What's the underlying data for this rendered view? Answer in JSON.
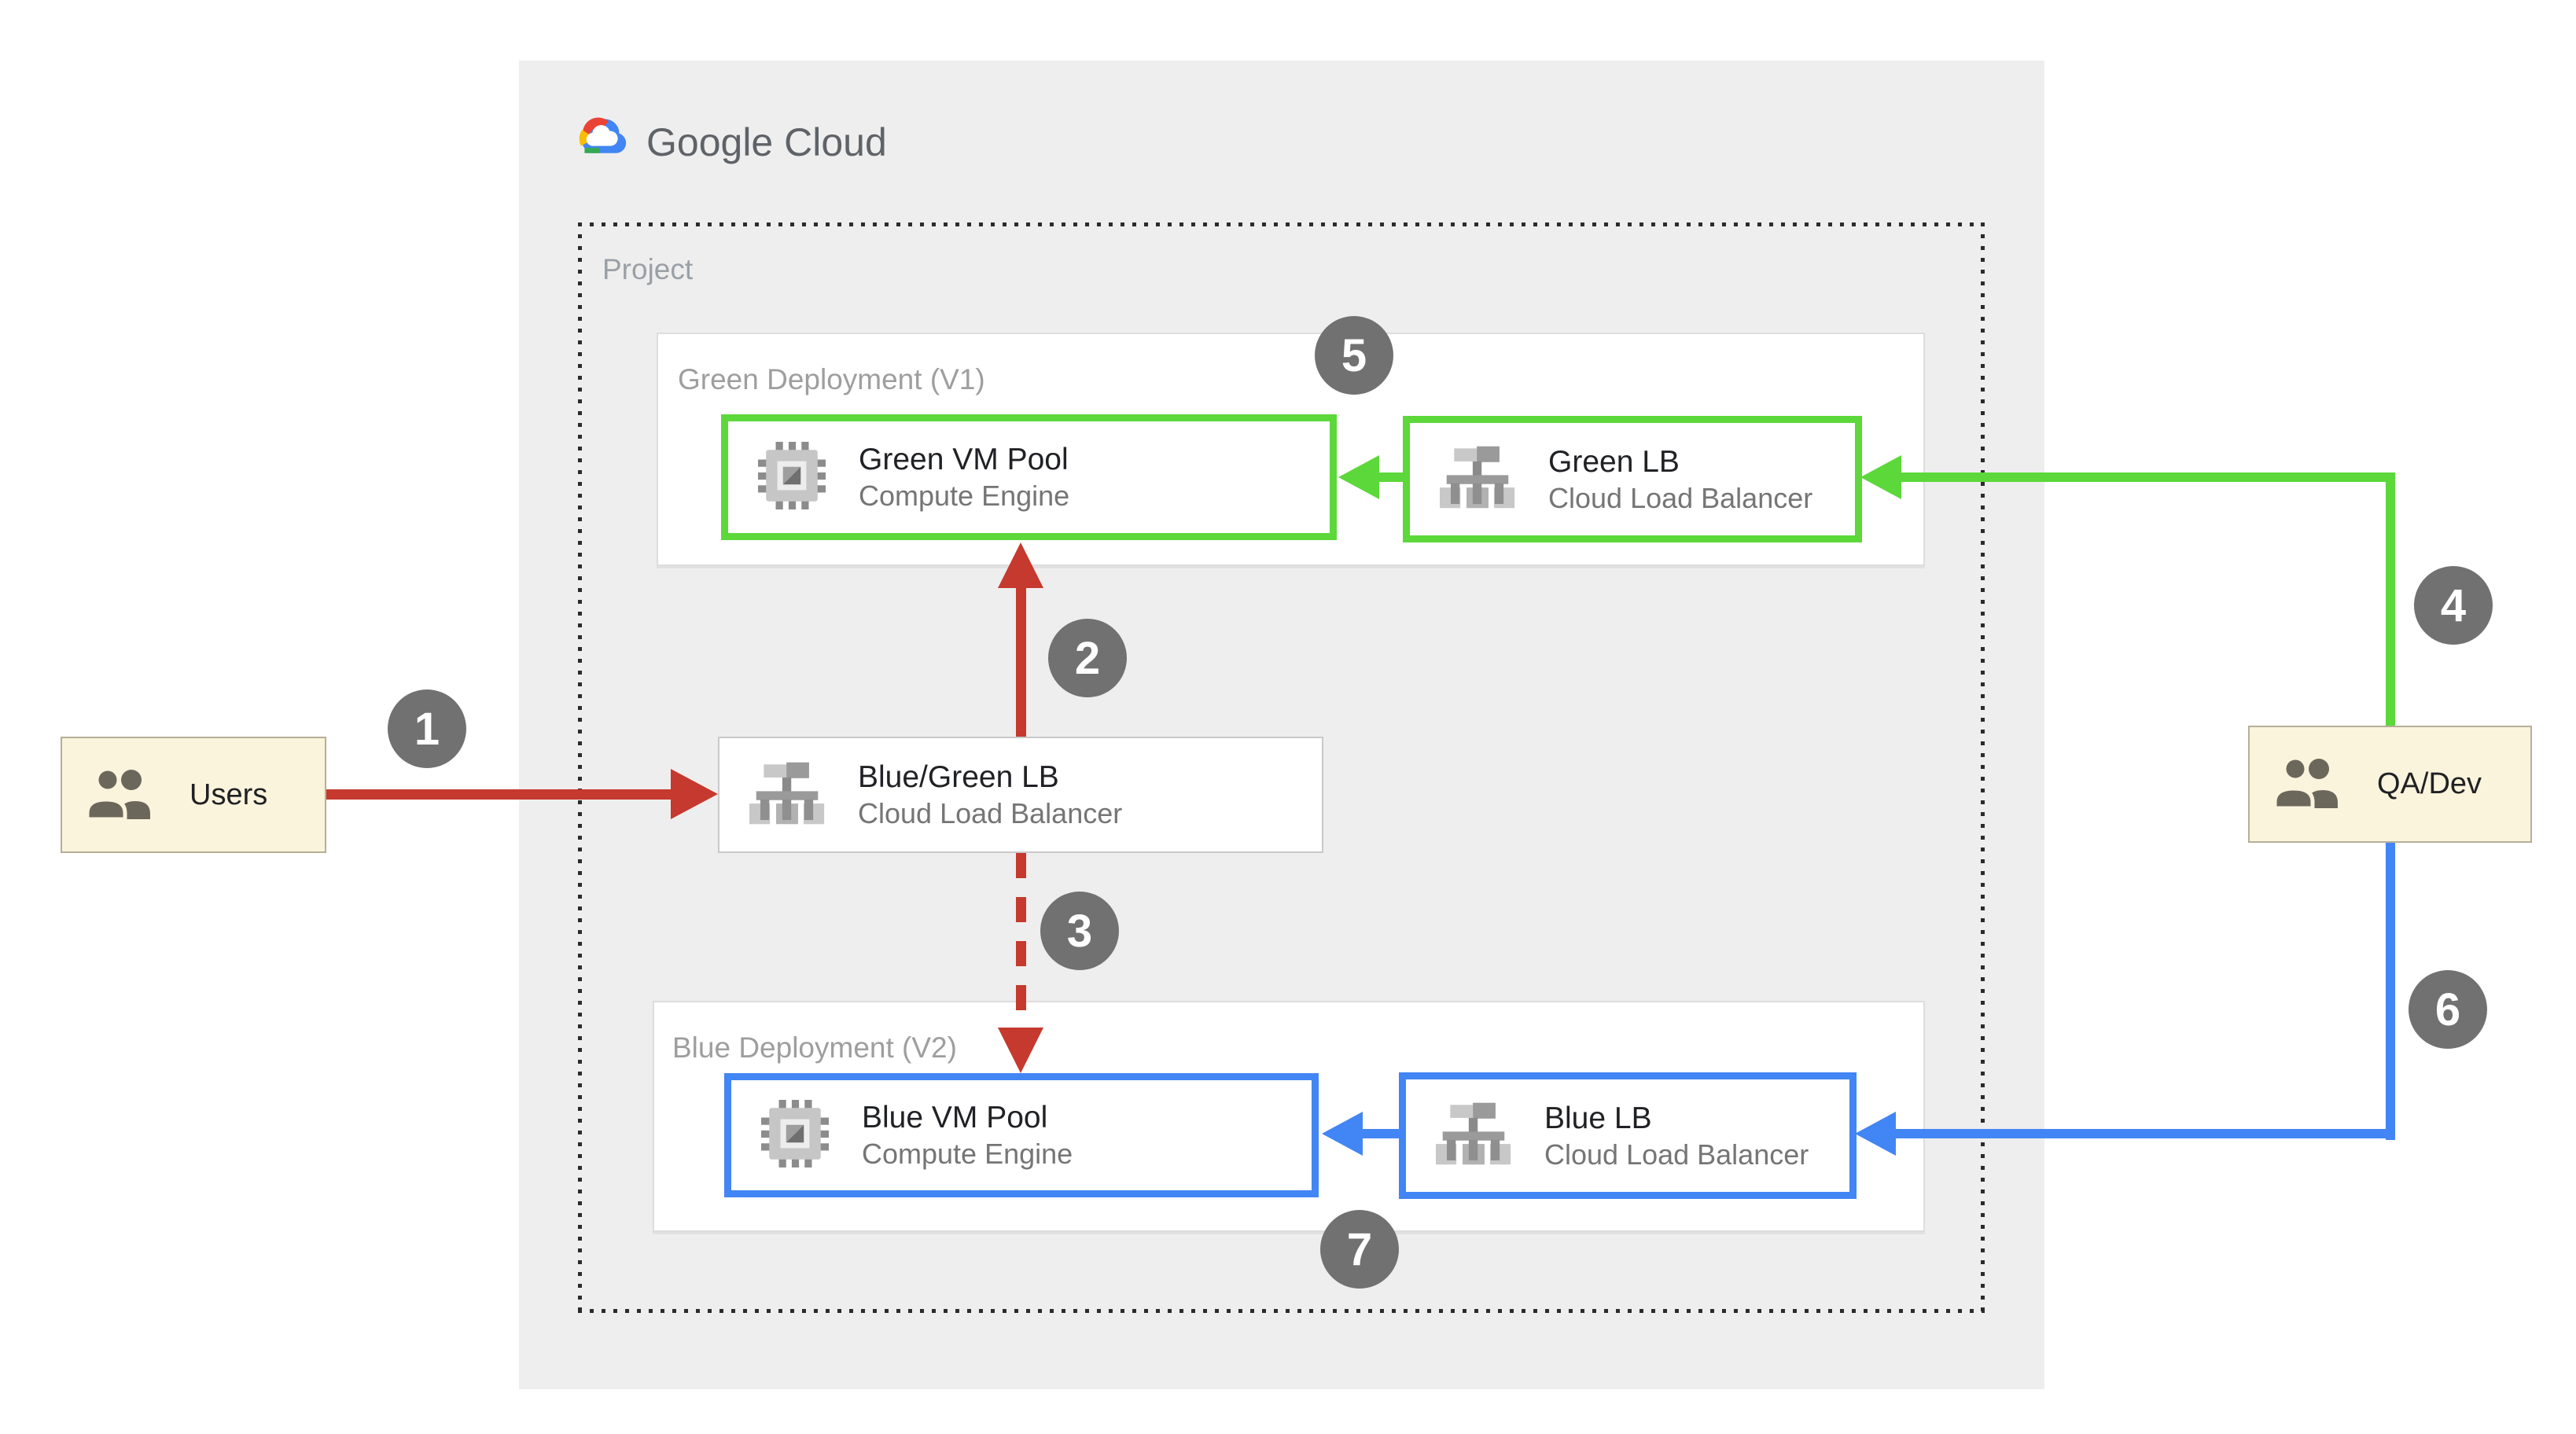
{
  "logo": {
    "icon": "google-cloud-logo",
    "wordmark": "Google Cloud"
  },
  "project": {
    "label": "Project"
  },
  "groups": {
    "green": {
      "label": "Green Deployment (V1)"
    },
    "blue": {
      "label": "Blue Deployment (V2)"
    }
  },
  "nodes": {
    "green_vm": {
      "title": "Green VM Pool",
      "subtitle": "Compute Engine",
      "icon": "compute-engine-icon",
      "accent": "#5CD83A"
    },
    "green_lb": {
      "title": "Green LB",
      "subtitle": "Cloud Load Balancer",
      "icon": "load-balancer-icon",
      "accent": "#5CD83A"
    },
    "bluegreen_lb": {
      "title": "Blue/Green LB",
      "subtitle": "Cloud Load Balancer",
      "icon": "load-balancer-icon",
      "accent": "#C9C9C9"
    },
    "blue_vm": {
      "title": "Blue VM Pool",
      "subtitle": "Compute Engine",
      "icon": "compute-engine-icon",
      "accent": "#4285F4"
    },
    "blue_lb": {
      "title": "Blue LB",
      "subtitle": "Cloud Load Balancer",
      "icon": "load-balancer-icon",
      "accent": "#4285F4"
    }
  },
  "actors": {
    "users": {
      "label": "Users",
      "icon": "users-icon"
    },
    "qadev": {
      "label": "QA/Dev",
      "icon": "users-icon"
    }
  },
  "badges": [
    {
      "number": "1",
      "connection": "Users to Blue/Green LB",
      "color": "#C5392E",
      "line_style": "solid"
    },
    {
      "number": "2",
      "connection": "Blue/Green LB to Green VM Pool",
      "color": "#C5392E",
      "line_style": "solid"
    },
    {
      "number": "3",
      "connection": "Blue/Green LB to Blue VM Pool",
      "color": "#C5392E",
      "line_style": "dashed"
    },
    {
      "number": "4",
      "connection": "QA/Dev to Green LB",
      "color": "#5CD83A",
      "line_style": "solid"
    },
    {
      "number": "5",
      "connection": "Green Deployment (V1)",
      "color": "#717171",
      "line_style": "none"
    },
    {
      "number": "6",
      "connection": "QA/Dev to Blue LB",
      "color": "#4285F4",
      "line_style": "solid"
    },
    {
      "number": "7",
      "connection": "Blue Deployment (V2)",
      "color": "#717171",
      "line_style": "none"
    }
  ],
  "colors": {
    "red": "#C5392E",
    "green": "#5CD83A",
    "blue": "#4285F4",
    "badge_gray": "#717171",
    "panel_gray": "#EEEEEE",
    "actor_fill": "#FBF4DC"
  }
}
